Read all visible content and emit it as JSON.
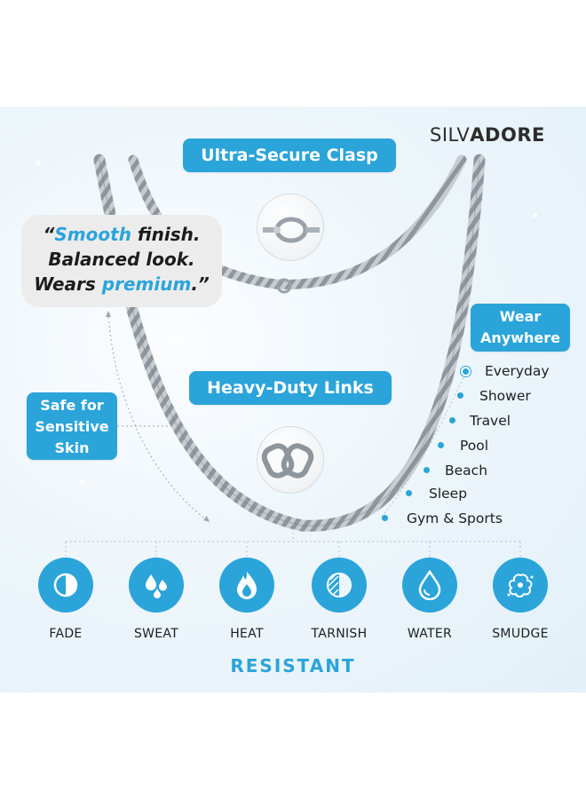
{
  "brand": {
    "part1": "SILV",
    "part2": "ADORE"
  },
  "callouts": {
    "clasp": "Ultra-Secure Clasp",
    "links": "Heavy-Duty Links",
    "wear_line1": "Wear",
    "wear_line2": "Anywhere",
    "safe_line1": "Safe for",
    "safe_line2": "Sensitive",
    "safe_line3": "Skin"
  },
  "quote": {
    "open": "“",
    "w1": "Smooth",
    "r1": " finish.",
    "line2": "Balanced look.",
    "r3a": "Wears ",
    "w3": "premium",
    "r3b": ".”"
  },
  "wear_items": [
    "Everyday",
    "Shower",
    "Travel",
    "Pool",
    "Beach",
    "Sleep",
    "Gym & Sports"
  ],
  "resistant": {
    "title": "RESISTANT",
    "items": [
      {
        "label": "FADE",
        "icon": "fade-icon"
      },
      {
        "label": "SWEAT",
        "icon": "sweat-icon"
      },
      {
        "label": "HEAT",
        "icon": "heat-icon"
      },
      {
        "label": "TARNISH",
        "icon": "tarnish-icon"
      },
      {
        "label": "WATER",
        "icon": "water-icon"
      },
      {
        "label": "SMUDGE",
        "icon": "smudge-icon"
      }
    ]
  },
  "colors": {
    "accent": "#2ba4da",
    "chain": "#b8bec4",
    "text": "#1e1e1e"
  }
}
